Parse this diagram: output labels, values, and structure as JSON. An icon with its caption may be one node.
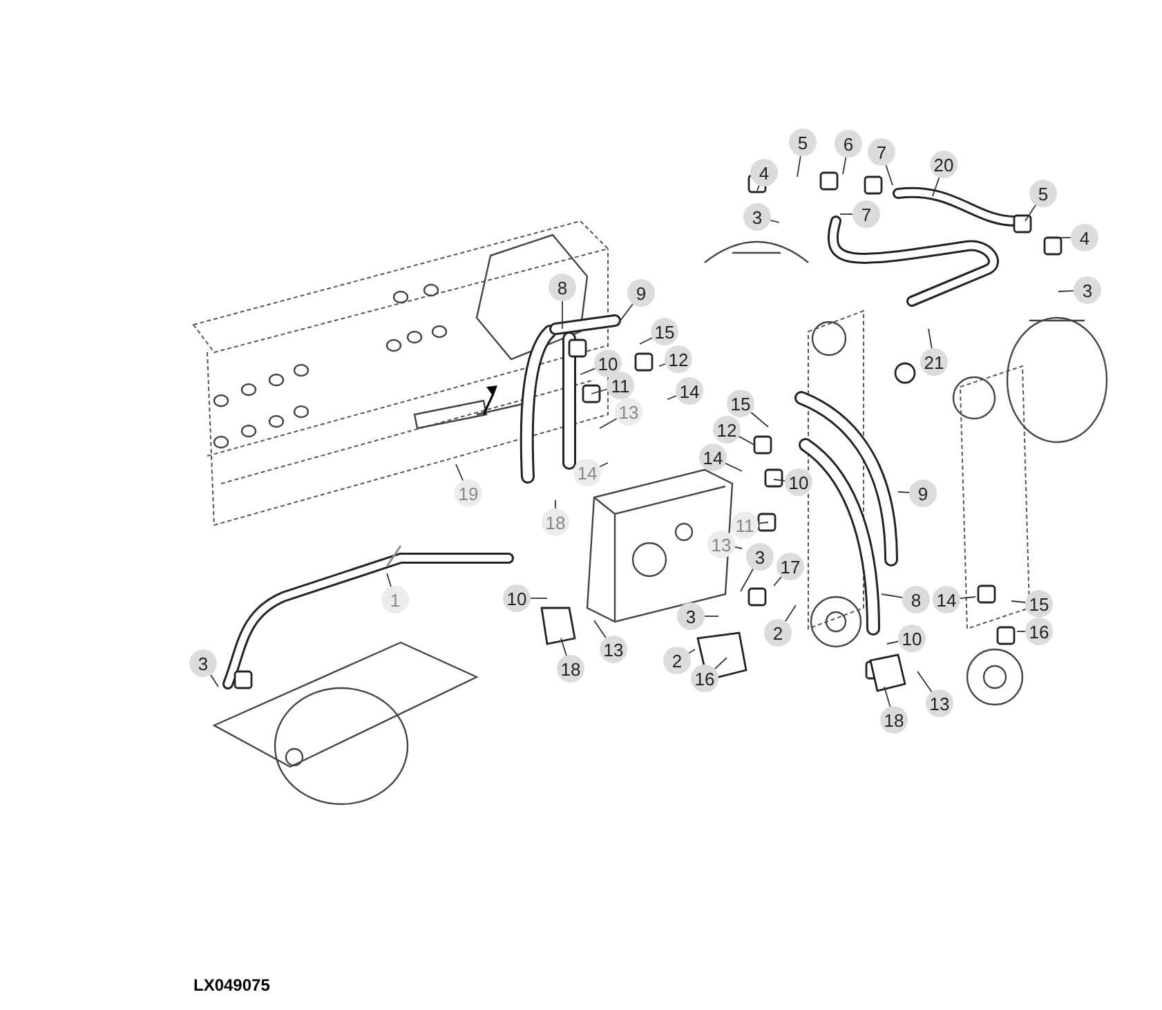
{
  "diagram": {
    "nodes": [
      {
        "text": [
          "4"
        ]
      },
      {
        "text": [
          "5"
        ]
      },
      {
        "text": [
          "6"
        ]
      },
      {
        "text": [
          "7"
        ]
      },
      {
        "text": [
          "20"
        ]
      },
      {
        "text": [
          "3"
        ]
      },
      {
        "text": [
          "7"
        ]
      },
      {
        "text": [
          "5"
        ]
      },
      {
        "text": [
          "4"
        ]
      },
      {
        "text": [
          "3"
        ]
      },
      {
        "text": [
          "21"
        ]
      },
      {
        "text": [
          "8"
        ]
      },
      {
        "text": [
          "9"
        ]
      },
      {
        "text": [
          "15"
        ]
      },
      {
        "text": [
          "10"
        ]
      },
      {
        "text": [
          "12"
        ]
      },
      {
        "text": [
          "11"
        ]
      },
      {
        "text": [
          "14"
        ]
      },
      {
        "text": [
          "13"
        ]
      },
      {
        "text": [
          "15"
        ]
      },
      {
        "text": [
          "12"
        ]
      },
      {
        "text": [
          "14"
        ]
      },
      {
        "text": [
          "10"
        ]
      },
      {
        "text": [
          "11"
        ]
      },
      {
        "text": [
          "13"
        ]
      },
      {
        "text": [
          "3"
        ]
      },
      {
        "text": [
          "17"
        ]
      },
      {
        "text": [
          "3"
        ]
      },
      {
        "text": [
          "2"
        ]
      },
      {
        "text": [
          "9"
        ]
      },
      {
        "text": [
          "8"
        ]
      },
      {
        "text": [
          "14"
        ]
      },
      {
        "text": [
          "15"
        ]
      },
      {
        "text": [
          "16"
        ]
      },
      {
        "text": [
          "10"
        ]
      },
      {
        "text": [
          "13"
        ]
      },
      {
        "text": [
          "18"
        ]
      },
      {
        "text": [
          "10"
        ]
      },
      {
        "text": [
          "18"
        ]
      },
      {
        "text": [
          "13"
        ]
      },
      {
        "text": [
          "2"
        ]
      },
      {
        "text": [
          "16"
        ]
      },
      {
        "text": [
          "1"
        ]
      },
      {
        "text": [
          "3"
        ]
      },
      {
        "text": [
          "19"
        ]
      },
      {
        "text": [
          "14"
        ]
      },
      {
        "text": [
          "18"
        ]
      }
    ],
    "edges": [
      {
        "from": 0,
        "to": null,
        "arrow": "none"
      },
      {
        "from": 1,
        "to": null,
        "arrow": "none"
      },
      {
        "from": 2,
        "to": null,
        "arrow": "none"
      },
      {
        "from": 3,
        "to": null,
        "arrow": "none"
      },
      {
        "from": 4,
        "to": null,
        "arrow": "none"
      },
      {
        "from": 5,
        "to": null,
        "arrow": "none"
      },
      {
        "from": 6,
        "to": null,
        "arrow": "none"
      },
      {
        "from": 7,
        "to": null,
        "arrow": "none"
      },
      {
        "from": 8,
        "to": null,
        "arrow": "none"
      },
      {
        "from": 9,
        "to": null,
        "arrow": "none"
      },
      {
        "from": 10,
        "to": null,
        "arrow": "none"
      },
      {
        "from": 11,
        "to": null,
        "arrow": "none"
      },
      {
        "from": 12,
        "to": null,
        "arrow": "none"
      },
      {
        "from": 13,
        "to": null,
        "arrow": "none"
      },
      {
        "from": 14,
        "to": null,
        "arrow": "none"
      },
      {
        "from": 15,
        "to": null,
        "arrow": "none"
      },
      {
        "from": 16,
        "to": null,
        "arrow": "none"
      },
      {
        "from": 17,
        "to": null,
        "arrow": "none"
      },
      {
        "from": 18,
        "to": null,
        "arrow": "none"
      },
      {
        "from": 19,
        "to": null,
        "arrow": "none"
      },
      {
        "from": 20,
        "to": null,
        "arrow": "none"
      },
      {
        "from": 21,
        "to": null,
        "arrow": "none"
      },
      {
        "from": 22,
        "to": null,
        "arrow": "none"
      },
      {
        "from": 23,
        "to": null,
        "arrow": "none"
      },
      {
        "from": 24,
        "to": null,
        "arrow": "none"
      },
      {
        "from": 25,
        "to": null,
        "arrow": "none"
      },
      {
        "from": 26,
        "to": null,
        "arrow": "none"
      },
      {
        "from": 27,
        "to": null,
        "arrow": "none"
      },
      {
        "from": 28,
        "to": null,
        "arrow": "none"
      },
      {
        "from": 29,
        "to": null,
        "arrow": "none"
      },
      {
        "from": 30,
        "to": null,
        "arrow": "none"
      },
      {
        "from": 31,
        "to": null,
        "arrow": "none"
      },
      {
        "from": 32,
        "to": null,
        "arrow": "none"
      },
      {
        "from": 33,
        "to": null,
        "arrow": "none"
      },
      {
        "from": 34,
        "to": null,
        "arrow": "none"
      },
      {
        "from": 35,
        "to": null,
        "arrow": "none"
      },
      {
        "from": 36,
        "to": null,
        "arrow": "none"
      },
      {
        "from": 37,
        "to": null,
        "arrow": "none"
      },
      {
        "from": 38,
        "to": null,
        "arrow": "none"
      },
      {
        "from": 39,
        "to": null,
        "arrow": "none"
      },
      {
        "from": 40,
        "to": null,
        "arrow": "none"
      },
      {
        "from": 41,
        "to": null,
        "arrow": "none"
      },
      {
        "from": 42,
        "to": null,
        "arrow": "none"
      },
      {
        "from": 43,
        "to": null,
        "arrow": "none"
      },
      {
        "from": 44,
        "to": null,
        "arrow": "none"
      },
      {
        "from": 45,
        "to": null,
        "arrow": "none"
      },
      {
        "from": 46,
        "to": null,
        "arrow": "none"
      }
    ],
    "labels": [
      "LX049075"
    ]
  }
}
